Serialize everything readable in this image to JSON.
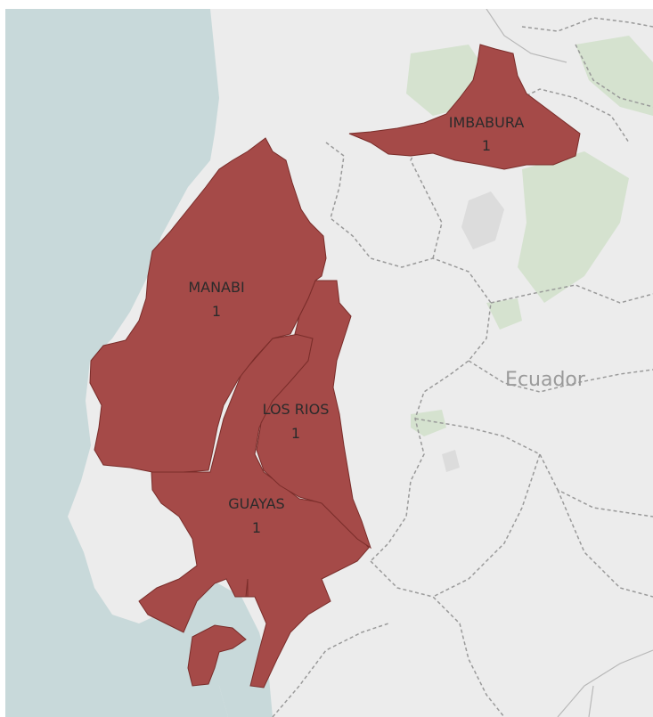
{
  "map": {
    "country_label": "Ecuador",
    "colors": {
      "water": "#c8d9da",
      "land": "#ececec",
      "region_fill": "#a54a48",
      "forest": "#d5e2cf",
      "urban": "#dcdcdc",
      "border": "#9a9a9a"
    },
    "regions": [
      {
        "id": "imbabura",
        "name": "IMBABURA",
        "value": "1"
      },
      {
        "id": "manabi",
        "name": "MANABI",
        "value": "1"
      },
      {
        "id": "los-rios",
        "name": "LOS RIOS",
        "value": "1"
      },
      {
        "id": "guayas",
        "name": "GUAYAS",
        "value": "1"
      }
    ]
  }
}
